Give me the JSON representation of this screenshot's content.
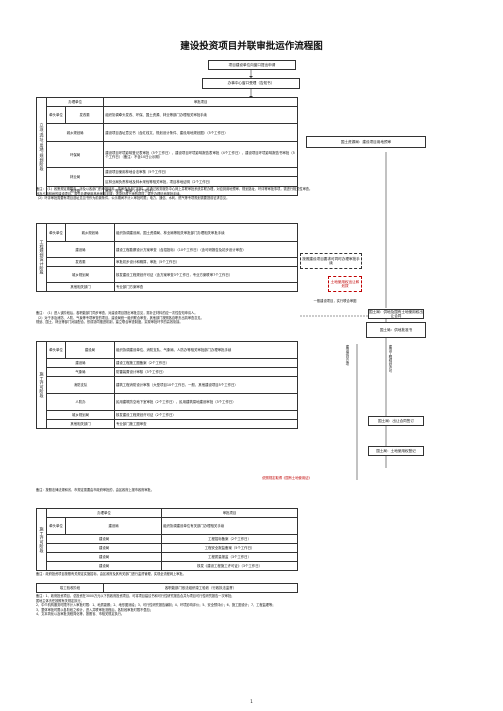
{
  "title": "建设投资项目并联审批运作流程图",
  "flow": {
    "apply": "项目建设单位向窗口提出申请",
    "center": "办事中心窗口受理（告知书）"
  },
  "stage1": {
    "label": "立项·选址·用地·规划阶段",
    "head_dept": "办理单位",
    "head_content": "审批项目",
    "lead_unit": "牵头单位",
    "lead_dept": "发改委",
    "lead_text": "组织协调牵头发改、环保、国土资源、林业等部门办理相关审批手续",
    "rows": [
      {
        "dept": "城乡规划局",
        "text": "建设项目选址意见书（含红线文、规划设计条件、建设用地规划图）（5个工作日）"
      },
      {
        "dept": "环保局",
        "text": "建设项目环境影响登记表审批（5个工作日）、建设项目环境影响报告表审批（4个工作日）、建设项目环境影响报告书审批（5个工作日）（备注：不含10日公示期）"
      },
      {
        "dept": "林业局",
        "text": "建设项目使用林地合法审核（5个工作日）"
      },
      {
        "dept": "",
        "text": "区林业局负责林地及林木采伐等相关审批，项目林地证明（2个工作日）"
      },
      {
        "dept": "发改委",
        "text": "审批、核准、备案（3个工作日）"
      }
    ],
    "right_box": "国土资源局：建设项目用地预审",
    "notes": [
      "备注：（1）政策规定期限内，涉及以各部门的申报材料，需审查多部门材料，可通过政务服务中心网上并联审批系统并联办理，对应到用地预审、规划选址、环评等审批事项，需进行相关性审查。",
      "涉及占用林地的建设项目，需先办理使用林地审核手续；涉及征收土地的项目，需先办理征地报批手续。",
      "（2）环评审批需要有项目选址意见书作为前置条件，公示期间不计入审批时限；电力、通信、水利、燃气等专项规划需要提前征求意见。"
    ]
  },
  "stage2": {
    "label": "工程规划设计阶段",
    "lead_unit": "牵头单位",
    "lead_dept": "城乡规划局",
    "lead_text": "组织协调建设局、国土资源局、林业局等相关审批部门办理相关审批手续",
    "rows": [
      {
        "dept": "建设局",
        "text": "建设工程勘察设计方案审查（含招投标）（10个工作日）（含可研报告及初步设计审查）"
      },
      {
        "dept": "发改委",
        "text": "审批初步设计和概算，审批（5个工作日）"
      },
      {
        "dept": "城乡规划局",
        "text": "核发建设工程规划许可证（含方案审查3个工作日，专业方案联审7个工作日）"
      },
      {
        "dept": "其他相关部门",
        "text": "专业部门方案审查"
      }
    ],
    "dashed_box": "按照建设项目要求可同时办理审批手续",
    "red_box": "土地使用权出让和划拨",
    "stamp": "一般建设项目，实行联合审图",
    "notes": [
      "备注：（1）进入该阶段后，各职能部门同步审查，对建设项目提出审批意见，需补正材料的应一次性告知申请人。",
      "（2）对于涉及消防、人防、气象等专项审查的项目，建设局统一组织联合审查，其他部门按照各自职责出具审查意见。",
      "规划、国土、林业等部门对接配合，形成协同推进机制，建立联合审查制度，实现审批环节的高效衔接。"
    ]
  },
  "stage3": {
    "label": "施工许可阶段",
    "lead_unit": "牵头单位",
    "lead_dept": "建设局",
    "lead_text": "组织协调建设单位、消防支队、气象局、人防办等相关审批部门办理审批手续",
    "rows": [
      {
        "dept": "建设局",
        "text": "建设工程施工图备案（2个工作日）"
      },
      {
        "dept": "气象局",
        "text": "防雷装置设计审核（3个工作日）"
      },
      {
        "dept": "消防支队",
        "text": "建筑工程消防设计审核（大型项目10个工作日，一般、其他建设项目5个工作日）"
      },
      {
        "dept": "人防办",
        "text": "民用建筑防空地下室审批（2个工作日），民用建筑易地建设审批（3个工作日）"
      },
      {
        "dept": "城乡规划局",
        "text": "核发建设工程规划许可证（2个工作日）"
      },
      {
        "dept": "其他相关部门",
        "text": "专业部门施工图审查"
      }
    ],
    "right_boxes": [
      "国土局：供地及国有土地使用权出让合同",
      "国土局：供地批准书",
      "国土局：出让合同签订",
      "国土局：土地使用权登记"
    ],
    "side_labels": [
      "建设项目立项",
      "建设工程规划许可"
    ],
    "bottom_note": "依照规定取得《国有土地使用证》",
    "notes": [
      "备注：按照法律法规和省、市规定需要由市政府审批的，由区政府上报市政府审批。"
    ]
  },
  "stage4": {
    "label": "施工许可阶段",
    "head_dept": "办理单位",
    "head_content": "审批项目",
    "lead_unit": "牵头单位",
    "lead_dept": "建设局",
    "lead_text": "组织协调建设单位有关部门办理相关手续",
    "rows": [
      {
        "dept": "建设局",
        "text": "工程招标备案（2个工作日）"
      },
      {
        "dept": "建设局",
        "text": "工程安全报监备案（5个工作日）"
      },
      {
        "dept": "建设局",
        "text": "工程质量报监（3个工作日）"
      },
      {
        "dept": "建设局",
        "text": "核发《建设工程施工许可证》（3个工作日）"
      }
    ],
    "notes": [
      "备注：政府投资项目按照有关规定实施招标，由区政府及其有关部门进行监督管理，实现全流程网上审批。"
    ]
  },
  "final": {
    "label": "竣工验收阶段",
    "text": "各职能部门依法组织竣工验收（行政执法监督）"
  },
  "footer_notes": [
    "备注：1、政府投资项目，总投资在3000万元以下的政府投资项目，可将项目建议书和可行性研究报告合并为项目可行性研究报告一次审批；",
    "属地主体责任按照有关规定执行。",
    "2、中介机构服务时限不计入审批时限：1、地质勘察；2、地形图测绘；3、可行性研究报告编制；4、环境影响评价；5、安全预评价；6、施工图设计；7、工程监理等；",
    "3、整体审批时限以各阶段之和计，进入并联审批流程后，各阶段审批时限不叠加；",
    "4、文本简化以及审批流程简化等，按照省、市相关规定执行。"
  ],
  "page_number": "1"
}
